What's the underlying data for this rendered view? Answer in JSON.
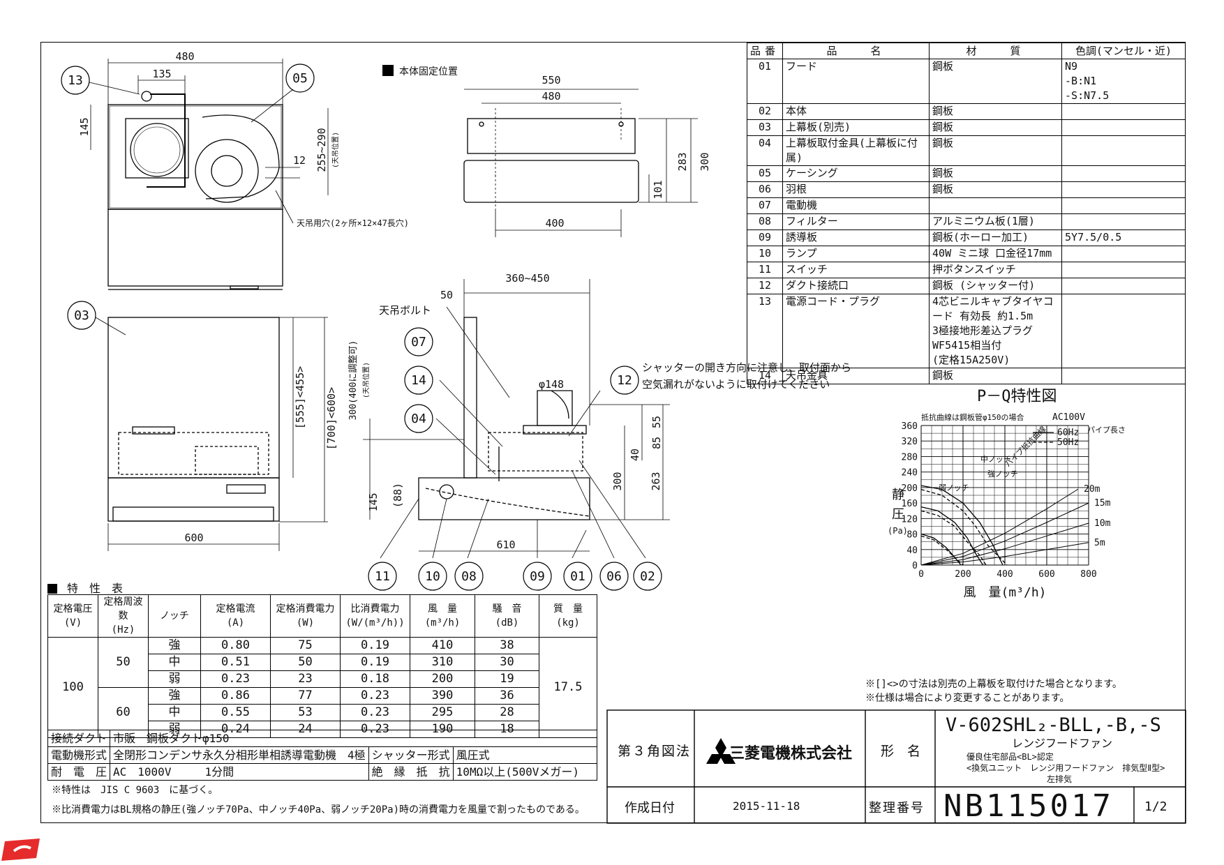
{
  "header": {
    "fix_position": "本体固定位置"
  },
  "parts_table": {
    "headers": [
      "品番",
      "品　　名",
      "材　　質",
      "色調(マンセル・近)"
    ],
    "rows": [
      {
        "no": "01",
        "name": "フード",
        "material": "鋼板",
        "color": "N9\n-B:N1\n-S:N7.5"
      },
      {
        "no": "02",
        "name": "本体",
        "material": "鋼板",
        "color": ""
      },
      {
        "no": "03",
        "name": "上幕板(別売)",
        "material": "鋼板",
        "color": ""
      },
      {
        "no": "04",
        "name": "上幕板取付金具(上幕板に付属)",
        "material": "鋼板",
        "color": ""
      },
      {
        "no": "05",
        "name": "ケーシング",
        "material": "鋼板",
        "color": ""
      },
      {
        "no": "06",
        "name": "羽根",
        "material": "鋼板",
        "color": ""
      },
      {
        "no": "07",
        "name": "電動機",
        "material": "",
        "color": ""
      },
      {
        "no": "08",
        "name": "フィルター",
        "material": "アルミニウム板(1層)",
        "color": ""
      },
      {
        "no": "09",
        "name": "誘導板",
        "material": "鋼板(ホーロー加工)",
        "color": "5Y7.5/0.5"
      },
      {
        "no": "10",
        "name": "ランプ",
        "material": "40W ミニ球 口金径17mm",
        "color": ""
      },
      {
        "no": "11",
        "name": "スイッチ",
        "material": "押ボタンスイッチ",
        "color": ""
      },
      {
        "no": "12",
        "name": "ダクト接続口",
        "material": "鋼板 (シャッター付)",
        "color": ""
      },
      {
        "no": "13",
        "name": "電源コード・プラグ",
        "material": "4芯ビニルキャブタイヤコード 有効長 約1.5m\n3極接地形差込プラグWF5415相当付\n(定格15A250V)",
        "color": ""
      },
      {
        "no": "14",
        "name": "天吊金具",
        "material": "鋼板",
        "color": ""
      }
    ]
  },
  "drawing_labels": {
    "dims_top": [
      "480",
      "135",
      "145",
      "255~290",
      "(天吊位置)",
      "12",
      "550",
      "480",
      "283",
      "300",
      "101",
      "400"
    ],
    "hang_hole": "天吊用穴(2ヶ所×12×47長穴)",
    "dims_front": [
      "[555]<455>",
      "[700]<600>",
      "600"
    ],
    "dims_side": [
      "50",
      "360~450",
      "φ148",
      "55",
      "85",
      "40",
      "300",
      "263",
      "145",
      "(88)",
      "610",
      "300(400に調整可)",
      "(天吊位置)"
    ],
    "hanging_bolt": "天吊ボルト",
    "shutter_note": [
      "シャッターの開き方向に注意し、取付面から",
      "空気漏れがないように取付けてください"
    ],
    "callouts": [
      "13",
      "05",
      "03",
      "07",
      "14",
      "04",
      "12",
      "11",
      "10",
      "08",
      "09",
      "01",
      "06",
      "02"
    ]
  },
  "chart_data": {
    "type": "line",
    "title": "P－Q特性図",
    "subtitle": "抵抗曲線は鋼板管φ150の場合",
    "voltage": "AC100V",
    "xlabel": "風　量(m³/h)",
    "ylabel": [
      "静",
      "圧",
      "(Pa)"
    ],
    "xlim": [
      0,
      800
    ],
    "ylim": [
      0,
      360
    ],
    "x_ticks": [
      "0",
      "200",
      "400",
      "600",
      "800"
    ],
    "y_ticks": [
      "0",
      "40",
      "80",
      "120",
      "160",
      "200",
      "240",
      "280",
      "320",
      "360"
    ],
    "grid": true,
    "legend": [
      {
        "name": "60Hz",
        "style": "solid"
      },
      {
        "name": "50Hz",
        "style": "dashed"
      }
    ],
    "series": [
      {
        "name": "強ノッチ 60Hz",
        "style": "solid",
        "x": [
          0,
          100,
          200,
          280,
          340,
          390
        ],
        "y": [
          205,
          195,
          160,
          110,
          55,
          0
        ]
      },
      {
        "name": "強ノッチ 50Hz",
        "style": "dashed",
        "x": [
          0,
          100,
          200,
          260,
          320,
          410
        ],
        "y": [
          195,
          180,
          140,
          100,
          50,
          0
        ]
      },
      {
        "name": "中ノッチ 60Hz",
        "style": "solid",
        "x": [
          0,
          80,
          160,
          220,
          260,
          295
        ],
        "y": [
          150,
          140,
          110,
          70,
          30,
          0
        ]
      },
      {
        "name": "中ノッチ 50Hz",
        "style": "dashed",
        "x": [
          0,
          80,
          160,
          220,
          280,
          310
        ],
        "y": [
          140,
          128,
          100,
          60,
          25,
          0
        ]
      },
      {
        "name": "弱ノッチ 60Hz",
        "style": "solid",
        "x": [
          0,
          60,
          120,
          160,
          190
        ],
        "y": [
          80,
          70,
          45,
          20,
          0
        ]
      },
      {
        "name": "弱ノッチ 50Hz",
        "style": "dashed",
        "x": [
          0,
          60,
          120,
          170,
          200
        ],
        "y": [
          75,
          65,
          40,
          15,
          0
        ]
      }
    ],
    "pipe_curves": [
      {
        "label": "5m",
        "x": [
          0,
          200,
          400,
          600,
          800
        ],
        "y": [
          0,
          8,
          22,
          40,
          58
        ]
      },
      {
        "label": "10m",
        "x": [
          0,
          200,
          400,
          600,
          800
        ],
        "y": [
          0,
          14,
          42,
          75,
          108
        ]
      },
      {
        "label": "15m",
        "x": [
          0,
          200,
          400,
          600,
          800
        ],
        "y": [
          0,
          22,
          62,
          110,
          160
        ]
      },
      {
        "label": "20m",
        "x": [
          0,
          200,
          400,
          600,
          750
        ],
        "y": [
          0,
          30,
          82,
          145,
          196
        ]
      }
    ],
    "annotations": [
      "強ノッチ",
      "中ノッチ",
      "弱ノッチ",
      "パイプ抵抗曲線",
      "パイプ長さ"
    ]
  },
  "spec_table": {
    "title": "特　性　表",
    "headers": [
      "定格電圧\n(V)",
      "定格周波数\n(Hz)",
      "ノッチ",
      "定格電流\n(A)",
      "定格消費電力\n(W)",
      "比消費電力\n(W/(m³/h))",
      "風　量\n(m³/h)",
      "騒　音\n(dB)",
      "質　量\n(kg)"
    ],
    "voltage": "100",
    "mass": "17.5",
    "groups": [
      {
        "freq": "50",
        "rows": [
          [
            "強",
            "0.80",
            "75",
            "0.19",
            "410",
            "38"
          ],
          [
            "中",
            "0.51",
            "50",
            "0.19",
            "310",
            "30"
          ],
          [
            "弱",
            "0.23",
            "23",
            "0.18",
            "200",
            "19"
          ]
        ]
      },
      {
        "freq": "60",
        "rows": [
          [
            "強",
            "0.86",
            "77",
            "0.23",
            "390",
            "36"
          ],
          [
            "中",
            "0.55",
            "53",
            "0.23",
            "295",
            "28"
          ],
          [
            "弱",
            "0.24",
            "24",
            "0.23",
            "190",
            "18"
          ]
        ]
      }
    ],
    "duct_label": "接続ダクト",
    "duct_value": "市販　鋼板ダクトφ150",
    "motor_label": "電動機形式",
    "motor_value": "全閉形コンデンサ永久分相形単相誘導電動機　4極",
    "shutter_label": "シャッター形式",
    "shutter_value": "風圧式",
    "voltage_label": "耐　電　圧",
    "voltage_value": "AC　1000V　　　1分間",
    "insulation_label": "絶　縁　抵　抗",
    "insulation_value": "10MΩ以上(500Vメガー)",
    "notes": [
      "※特性は　JIS C 9603　に基づく。",
      "※比消費電力はBL規格の静圧(強ノッチ70Pa、中ノッチ40Pa、弱ノッチ20Pa)時の消費電力を風量で割ったものである。"
    ]
  },
  "notes_right": [
    "※[]<>の寸法は別売の上幕板を取付けた場合となります。",
    "※仕様は場合により変更することがあります。"
  ],
  "title_block": {
    "projection": "第３角図法",
    "company": "三菱電機株式会社",
    "name_label": "形　名",
    "model": "V-602SHL₂-BLL,-B,-S",
    "product": "レンジフードファン",
    "bl_lines": [
      "優良住宅部品<BL>認定",
      "<換気ユニット　レンジ用フードファン　排気型Ⅱ型>",
      "左排気"
    ],
    "date_label": "作成日付",
    "date": "2015-11-18",
    "number_label": "整理番号",
    "number": "NB115017",
    "page": "1/2"
  }
}
